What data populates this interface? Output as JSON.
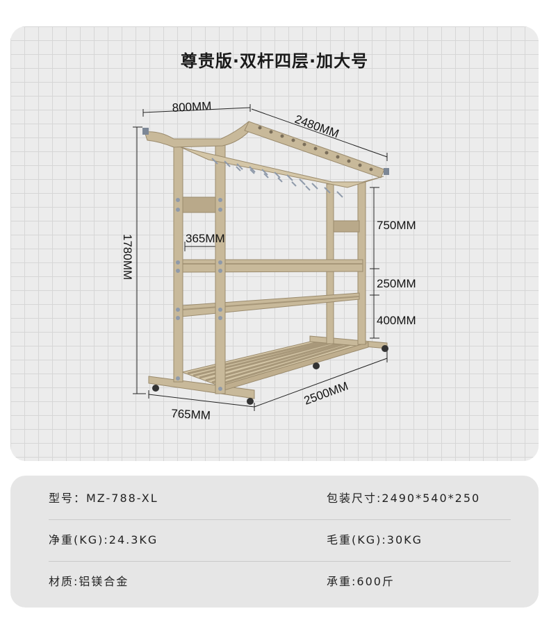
{
  "title": "尊贵版·双杆四层·加大号",
  "dimensions": {
    "top_width": "800MM",
    "top_length": "2480MM",
    "height": "1780MM",
    "shelf_depth": "365MM",
    "gap_top": "750MM",
    "gap_middle": "250MM",
    "gap_bottom": "400MM",
    "base_width": "765MM",
    "base_length": "2500MM"
  },
  "specs": [
    {
      "left": "型号：MZ-788-XL",
      "right": "包装尺寸:2490*540*250"
    },
    {
      "left": "净重(KG):24.3KG",
      "right": "毛重(KG):30KG"
    },
    {
      "left": "材质:铝镁合金",
      "right": "承重:600斤"
    }
  ],
  "colors": {
    "frame": "#c8b99a",
    "frame_dark": "#9a8a6c",
    "hook": "#8f9aaa",
    "panel_bg": "#ececec",
    "spec_bg": "#e6e6e6"
  }
}
